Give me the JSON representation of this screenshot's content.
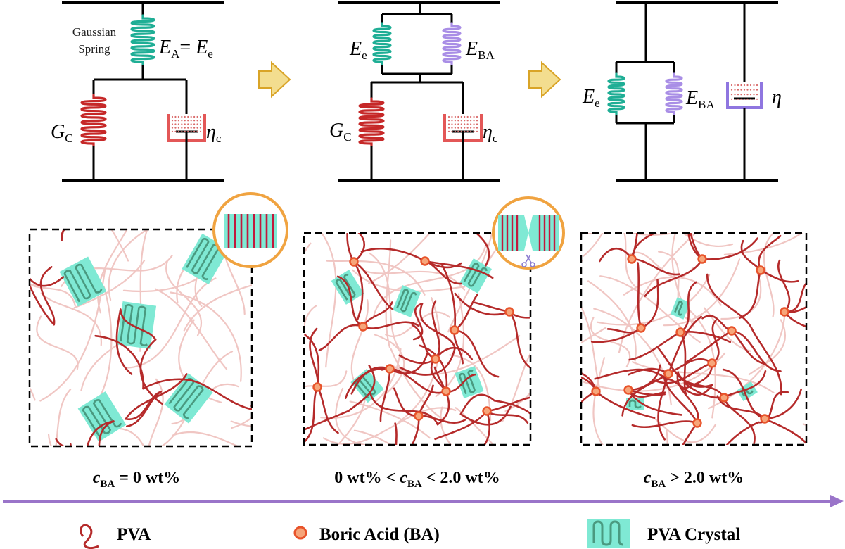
{
  "colors": {
    "spring_green": "#1fae95",
    "spring_purple": "#a98ee6",
    "spring_red": "#c62828",
    "dashpot_red": "#e35757",
    "dashpot_purple": "#8f76e0",
    "fluid_dots": "#d96a6a",
    "arrow_fill": "#f3dd8f",
    "arrow_stroke": "#d9a427",
    "chain_dark": "#b52a2a",
    "chain_light": "#f0c6c3",
    "crystal": "#7fe9d4",
    "crosslink_fill": "#f6a57a",
    "crosslink_stroke": "#e8532a",
    "timeline": "#9a74c9",
    "zoom_ring": "#f0a340",
    "scissor": "#8a7bd0"
  },
  "models": {
    "m1": {
      "note_line1": "Gaussian",
      "note_line2": "Spring",
      "top_spring": {
        "sym": "E",
        "sub": "A",
        "eq": "= ",
        "rhs": "E",
        "rhs_sub": "e"
      },
      "left": {
        "sym": "G",
        "sub": "C"
      },
      "right": {
        "sym": "η",
        "sub": "c"
      }
    },
    "m2": {
      "s1": {
        "sym": "E",
        "sub": "e"
      },
      "s2": {
        "sym": "E",
        "sub": "BA"
      },
      "left": {
        "sym": "G",
        "sub": "C"
      },
      "right": {
        "sym": "η",
        "sub": "c"
      }
    },
    "m3": {
      "s1": {
        "sym": "E",
        "sub": "e"
      },
      "s2": {
        "sym": "E",
        "sub": "BA"
      },
      "dash": {
        "sym": "η"
      }
    }
  },
  "conditions": {
    "c1": {
      "sym": "c",
      "sub": "BA",
      "rest": " = 0 wt%"
    },
    "c2": {
      "pre": "0 wt% < ",
      "sym": "c",
      "sub": "BA",
      "rest": " < 2.0 wt%"
    },
    "c3": {
      "sym": "c",
      "sub": "BA",
      "rest": " > 2.0 wt%"
    }
  },
  "legend": {
    "pva": "PVA",
    "ba": "Boric Acid (BA)",
    "crystal": "PVA Crystal"
  }
}
